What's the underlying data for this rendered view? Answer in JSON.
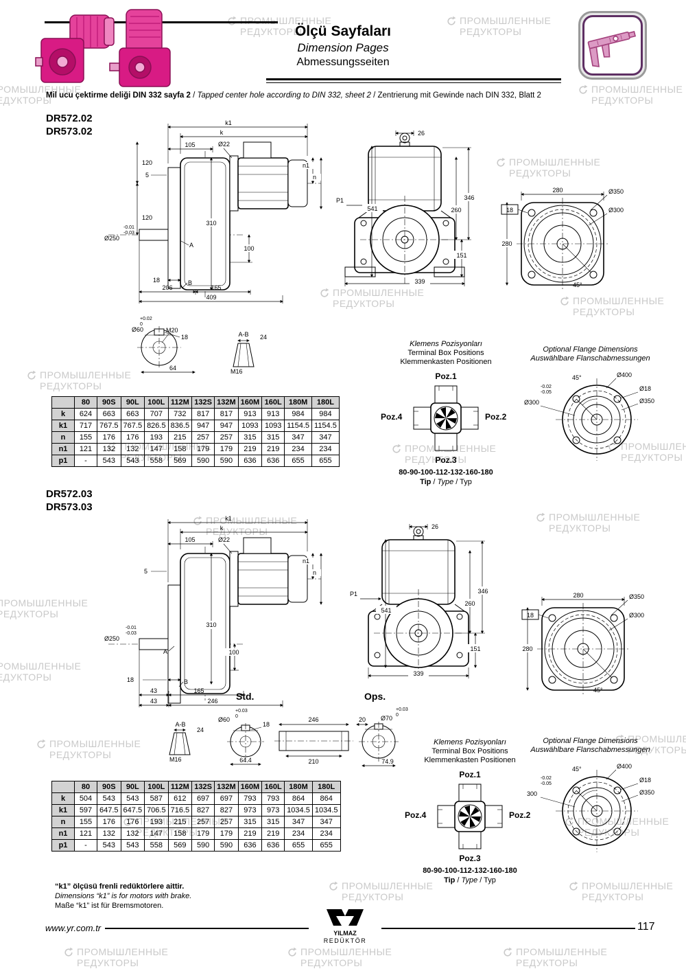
{
  "header": {
    "title_tr": "Ölçü Sayfaları",
    "title_en": "Dimension Pages",
    "title_de": "Abmessungsseiten"
  },
  "din_note": {
    "tr": "Mil ucu çektirme deliği DIN 332 sayfa 2",
    "en": "Tapped center hole according to DIN 332, sheet 2",
    "de": "Zentrierung mit Gewinde nach DIN 332, Blatt 2",
    "sep": " / "
  },
  "watermark": {
    "line1": "ПРОМЫШЛЕННЫЕ",
    "line2": "РЕДУКТОРЫ"
  },
  "s1": {
    "model_a": "DR572.02",
    "model_b": "DR573.02",
    "side": {
      "k1": "k1",
      "k": "k",
      "d105": "105",
      "d22": "Ø22",
      "n1": "n1",
      "n": "n",
      "d120a": "120",
      "d5": "5",
      "d120b": "120",
      "d310": "310",
      "tol1": "-0.01",
      "tol2": "-0.03",
      "d250": "Ø250",
      "a": "A",
      "d100": "100",
      "d18": "18",
      "b": "B",
      "d206": "206",
      "d165": "165",
      "d409": "409"
    },
    "front": {
      "d26": "26",
      "p1": "P1",
      "d541": "541",
      "d346": "346",
      "d260": "260",
      "d151": "151",
      "d339": "339"
    },
    "flange": {
      "d280_top": "280",
      "d350": "Ø350",
      "d18": "18",
      "d300": "Ø300",
      "d280_left": "280",
      "d45": "45°"
    },
    "detail": {
      "tol1": "+0.02",
      "tol2": "0",
      "d60": "Ø60",
      "m20": "M20",
      "d18": "18",
      "d64": "64",
      "ab": "A-B",
      "d24": "24",
      "m16": "M16"
    },
    "table": {
      "header": [
        "",
        "80",
        "90S",
        "90L",
        "100L",
        "112M",
        "132S",
        "132M",
        "160M",
        "160L",
        "180M",
        "180L"
      ],
      "rows": [
        [
          "k",
          "624",
          "663",
          "663",
          "707",
          "732",
          "817",
          "817",
          "913",
          "913",
          "984",
          "984"
        ],
        [
          "k1",
          "717",
          "767.5",
          "767.5",
          "826.5",
          "836.5",
          "947",
          "947",
          "1093",
          "1093",
          "1154.5",
          "1154.5"
        ],
        [
          "n",
          "155",
          "176",
          "176",
          "193",
          "215",
          "257",
          "257",
          "315",
          "315",
          "347",
          "347"
        ],
        [
          "n1",
          "121",
          "132",
          "132",
          "147",
          "158",
          "179",
          "179",
          "219",
          "219",
          "234",
          "234"
        ],
        [
          "p1",
          "-",
          "543",
          "543",
          "558",
          "569",
          "590",
          "590",
          "636",
          "636",
          "655",
          "655"
        ]
      ]
    }
  },
  "s2": {
    "model_a": "DR572.03",
    "model_b": "DR573.03",
    "std_label": "Std.",
    "ops_label": "Ops.",
    "side": {
      "k1": "k1",
      "k": "k",
      "d105": "105",
      "d22": "Ø22",
      "n1": "n1",
      "n": "n",
      "d5": "5",
      "d310": "310",
      "tol1": "-0.01",
      "tol2": "-0.03",
      "d250": "Ø250",
      "a": "A",
      "d100": "100",
      "d18": "18",
      "b": "B",
      "d43a": "43",
      "d165": "165",
      "d43b": "43",
      "d246": "246"
    },
    "front": {
      "d26": "26",
      "p1": "P1",
      "d541": "541",
      "d346": "346",
      "d260": "260",
      "d151": "151",
      "d339": "339"
    },
    "flange": {
      "d280_top": "280",
      "d350": "Ø350",
      "d18": "18",
      "d300": "Ø300",
      "d280_left": "280",
      "d45": "45°"
    },
    "detail": {
      "ab": "A-B",
      "d24": "24",
      "m16": "M16",
      "tol60a": "+0.03",
      "tol60b": "0",
      "d60": "Ø60",
      "d18": "18",
      "d644": "64.4",
      "d246": "246",
      "d210": "210",
      "d20": "20",
      "tol70a": "+0.03",
      "tol70b": "0",
      "d70": "Ø70",
      "d749": "74.9"
    },
    "table": {
      "header": [
        "",
        "80",
        "90S",
        "90L",
        "100L",
        "112M",
        "132S",
        "132M",
        "160M",
        "160L",
        "180M",
        "180L"
      ],
      "rows": [
        [
          "k",
          "504",
          "543",
          "543",
          "587",
          "612",
          "697",
          "697",
          "793",
          "793",
          "864",
          "864"
        ],
        [
          "k1",
          "597",
          "647.5",
          "647.5",
          "706.5",
          "716.5",
          "827",
          "827",
          "973",
          "973",
          "1034.5",
          "1034.5"
        ],
        [
          "n",
          "155",
          "176",
          "176",
          "193",
          "215",
          "257",
          "257",
          "315",
          "315",
          "347",
          "347"
        ],
        [
          "n1",
          "121",
          "132",
          "132",
          "147",
          "158",
          "179",
          "179",
          "219",
          "219",
          "234",
          "234"
        ],
        [
          "p1",
          "-",
          "543",
          "543",
          "558",
          "569",
          "590",
          "590",
          "636",
          "636",
          "655",
          "655"
        ]
      ]
    }
  },
  "termbox": {
    "title_tr": "Klemens Pozisyonları",
    "title_en": "Terminal Box Positions",
    "title_de": "Klemmenkasten Positionen",
    "poz1": "Poz.1",
    "poz2": "Poz.2",
    "poz3": "Poz.3",
    "poz4": "Poz.4",
    "range": "80-90-100-112-132-160-180",
    "tip": "Tip",
    "type": "Type",
    "typ": "Typ",
    "slash": " / "
  },
  "optflange": {
    "title_en": "Optional Flange Dimensions",
    "title_de": "Auswählbare Flanschabmessungen",
    "d45": "45°",
    "d400": "Ø400",
    "d18": "Ø18",
    "d350": "Ø350",
    "tol1": "-0.02",
    "tol2": "-0.05",
    "d300_s1": "Ø300",
    "d300_s2": "300"
  },
  "footnote": {
    "tr": "“k1” ölçüsü frenli redüktörlere aittir.",
    "en": "Dimensions “k1” is for motors with brake.",
    "de": "Maße “k1” ist für Bremsmotoren."
  },
  "footer": {
    "url": "www.yr.com.tr",
    "brand_line1": "YILMAZ",
    "brand_line2": "REDÜKTÖR",
    "page": "117"
  }
}
